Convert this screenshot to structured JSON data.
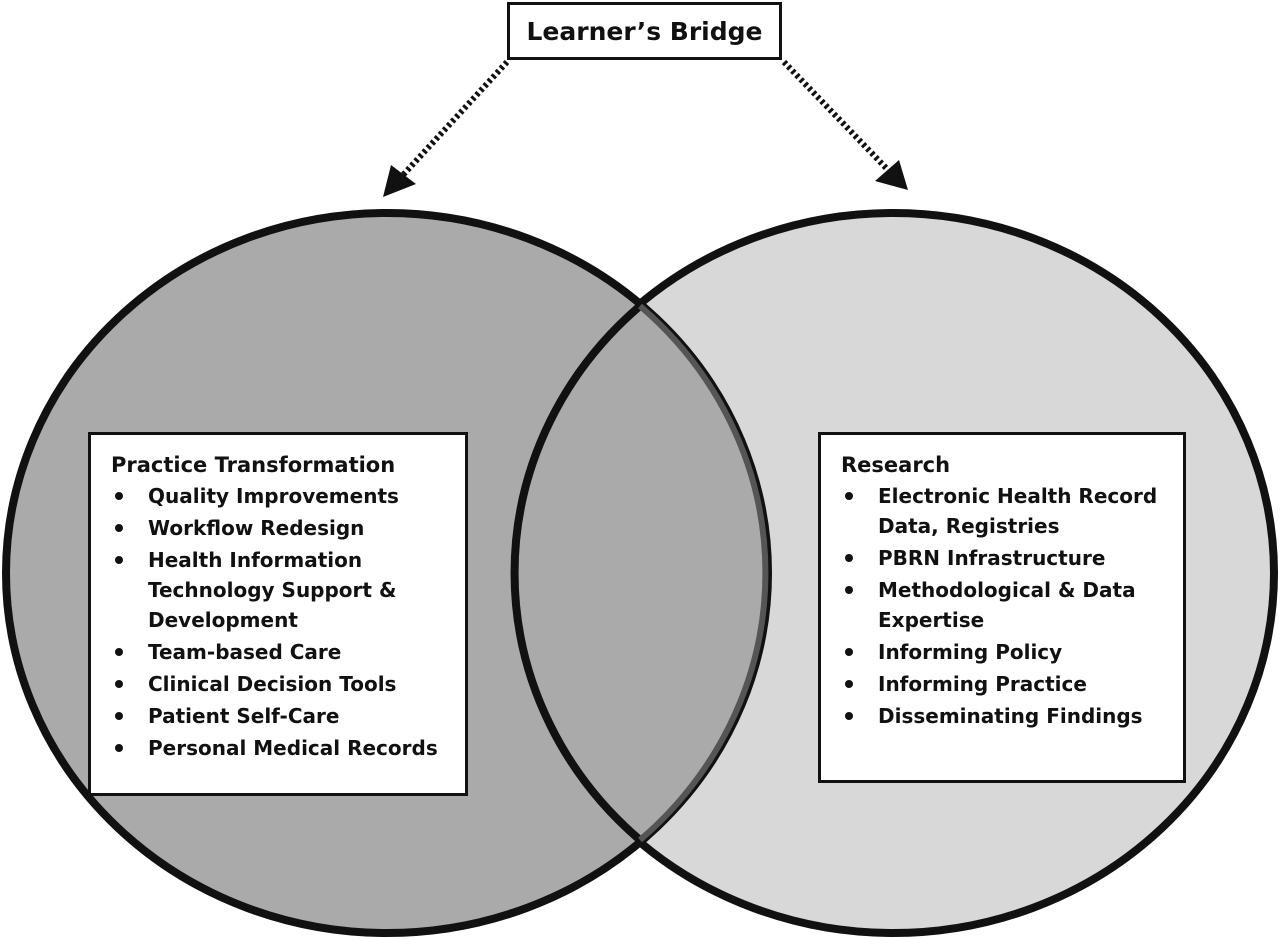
{
  "title": "Learner’s Bridge",
  "colors": {
    "left_circle_fill": "#aaaaaa",
    "right_circle_fill": "#d8d8d8",
    "outline": "#111111",
    "overlap_outline": "#555555"
  },
  "left_box": {
    "heading": "Practice Transformation",
    "items": [
      "Quality Improvements",
      "Workflow Redesign",
      "Health Information Technology  Support & Development",
      "Team-based Care",
      "Clinical Decision Tools",
      "Patient Self-Care",
      "Personal Medical Records"
    ]
  },
  "right_box": {
    "heading": "Research",
    "items": [
      "Electronic Health Record Data, Registries",
      "PBRN Infrastructure",
      "Methodological & Data Expertise",
      "Informing Policy",
      "Informing Practice",
      "Disseminating Findings"
    ]
  }
}
